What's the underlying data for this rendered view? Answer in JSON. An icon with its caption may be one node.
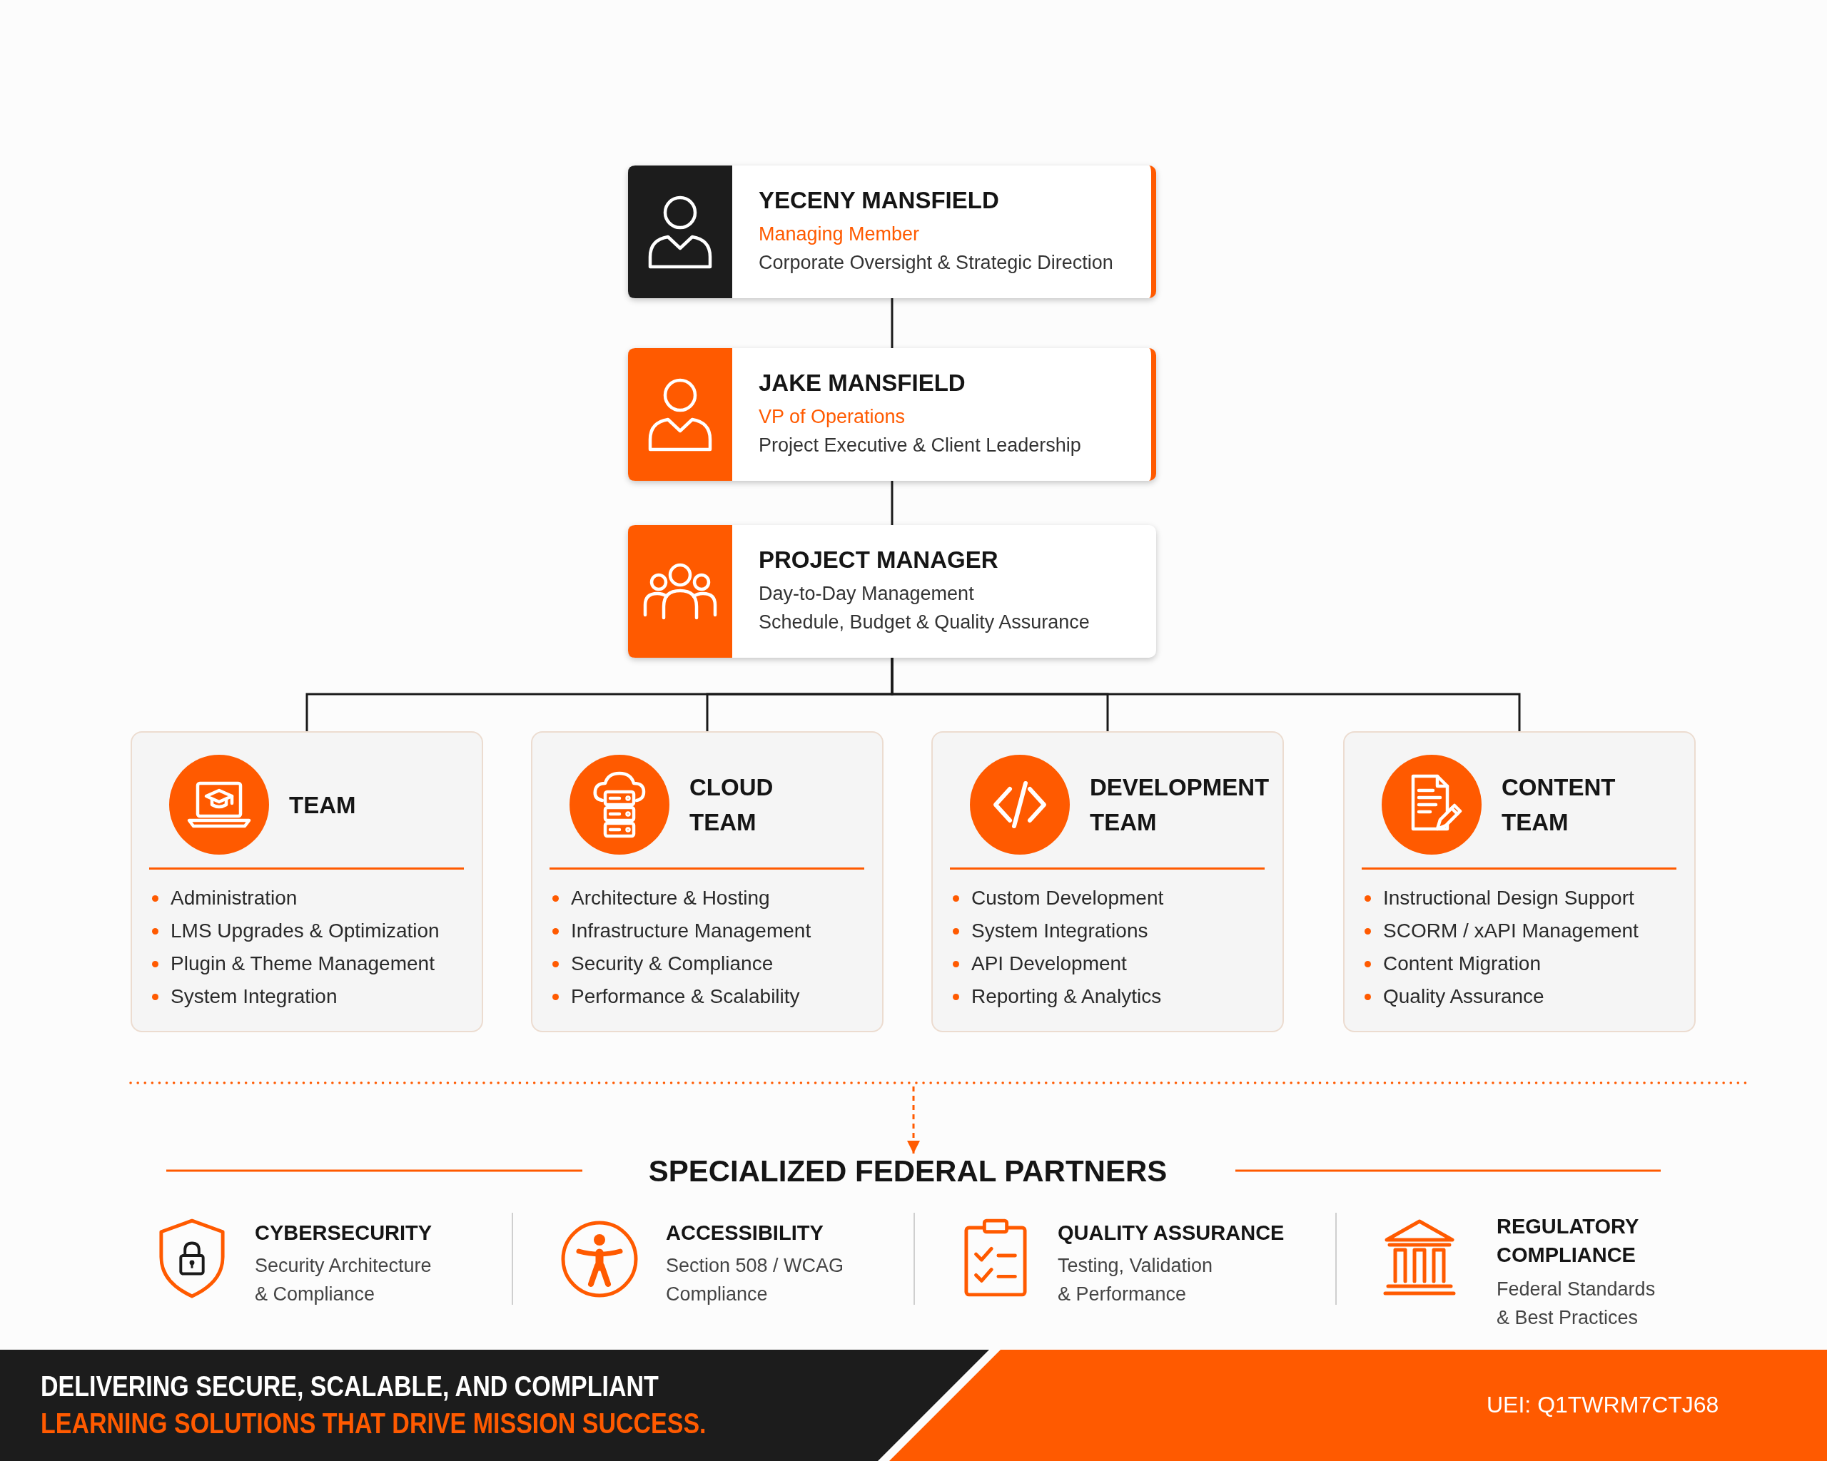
{
  "diagram": {
    "nodes": [
      {
        "text": [
          "YECENY MANSFIELD",
          "Managing Member",
          "Corporate Oversight & Strategic Direction"
        ]
      },
      {
        "text": [
          "JAKE MANSFIELD",
          "VP of Operations",
          "Project Executive & Client Leadership"
        ]
      },
      {
        "text": [
          "PROJECT MANAGER",
          "Day-to-Day Management",
          "Schedule, Budget & Quality Assurance"
        ]
      },
      {
        "text": [
          "TEAM",
          "Administration",
          "LMS Upgrades & Optimization",
          "Plugin & Theme Management",
          "System Integration"
        ]
      },
      {
        "text": [
          "CLOUD TEAM",
          "Architecture & Hosting",
          "Infrastructure Management",
          "Security & Compliance",
          "Performance & Scalability"
        ]
      },
      {
        "text": [
          "DEVELOPMENT TEAM",
          "Custom Development",
          "System Integrations",
          "API Development",
          "Reporting & Analytics"
        ]
      },
      {
        "text": [
          "CONTENT TEAM",
          "Instructional Design Support",
          "SCORM / xAPI Management",
          "Content Migration",
          "Quality Assurance"
        ]
      },
      {
        "text": [
          "SPECIALIZED FEDERAL PARTNERS"
        ]
      }
    ],
    "edges": [
      {
        "from": 0,
        "to": 1,
        "arrow": "none"
      },
      {
        "from": 1,
        "to": 2,
        "arrow": "none"
      },
      {
        "from": 2,
        "to": 3,
        "arrow": "none"
      },
      {
        "from": 2,
        "to": 4,
        "arrow": "none"
      },
      {
        "from": 2,
        "to": 5,
        "arrow": "none"
      },
      {
        "from": 2,
        "to": 6,
        "arrow": "none"
      },
      {
        "from": null,
        "to": 7,
        "arrow": "to",
        "style": "dashed",
        "color": "#ff5a00"
      }
    ],
    "labels": [
      "CYBERSECURITY",
      "Security Architecture & Compliance",
      "ACCESSIBILITY",
      "Section 508 / WCAG Compliance",
      "QUALITY ASSURANCE",
      "Testing, Validation & Performance",
      "REGULATORY COMPLIANCE",
      "Federal Standards & Best Practices",
      "DELIVERING SECURE, SCALABLE, AND COMPLIANT",
      "LEARNING SOLUTIONS THAT DRIVE MISSION SUCCESS.",
      "UEI: Q1TWRM7CTJ68"
    ]
  }
}
